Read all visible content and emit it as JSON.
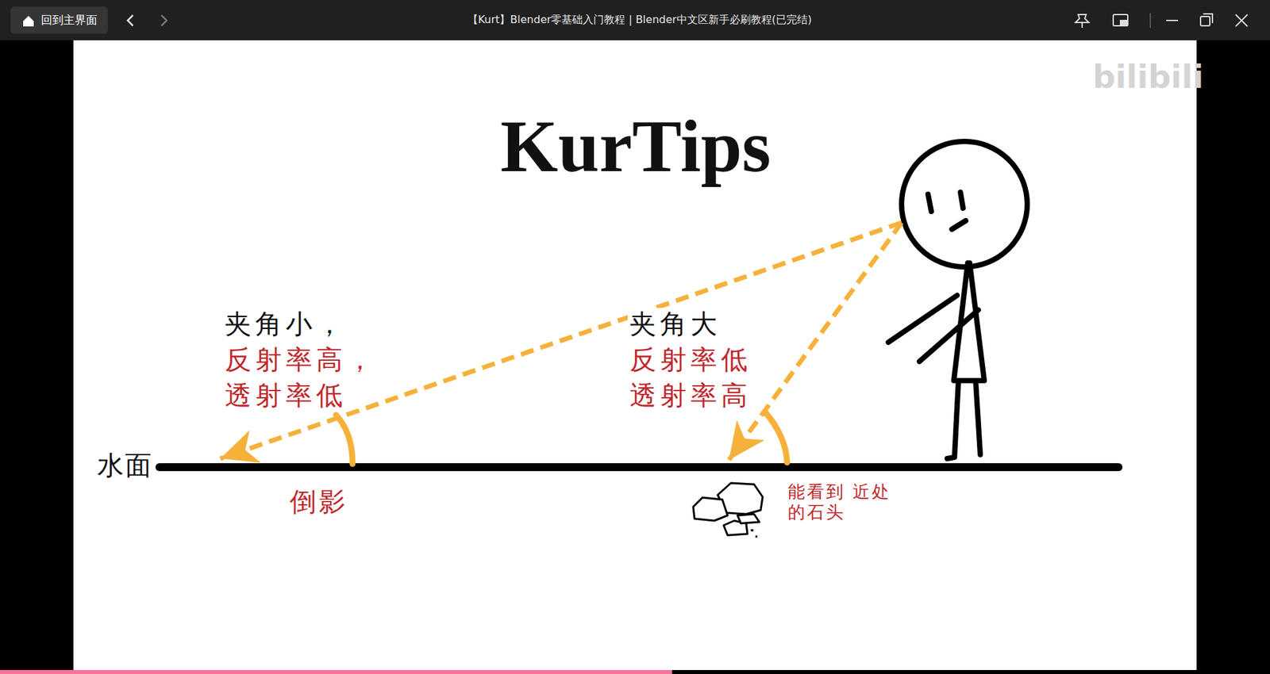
{
  "diagram": {
    "title": "KurTips",
    "labels": [
      "回到主界面",
      "【Kurt】Blender零基础入门教程 | Blender中文区新手必刷教程(已完结)",
      "bilibili",
      "夹角小，",
      "反射率高，",
      "透射率低",
      "夹角大",
      "反射率低",
      "透射率高",
      "水面",
      "倒影",
      "能看到 近处的石头"
    ]
  }
}
